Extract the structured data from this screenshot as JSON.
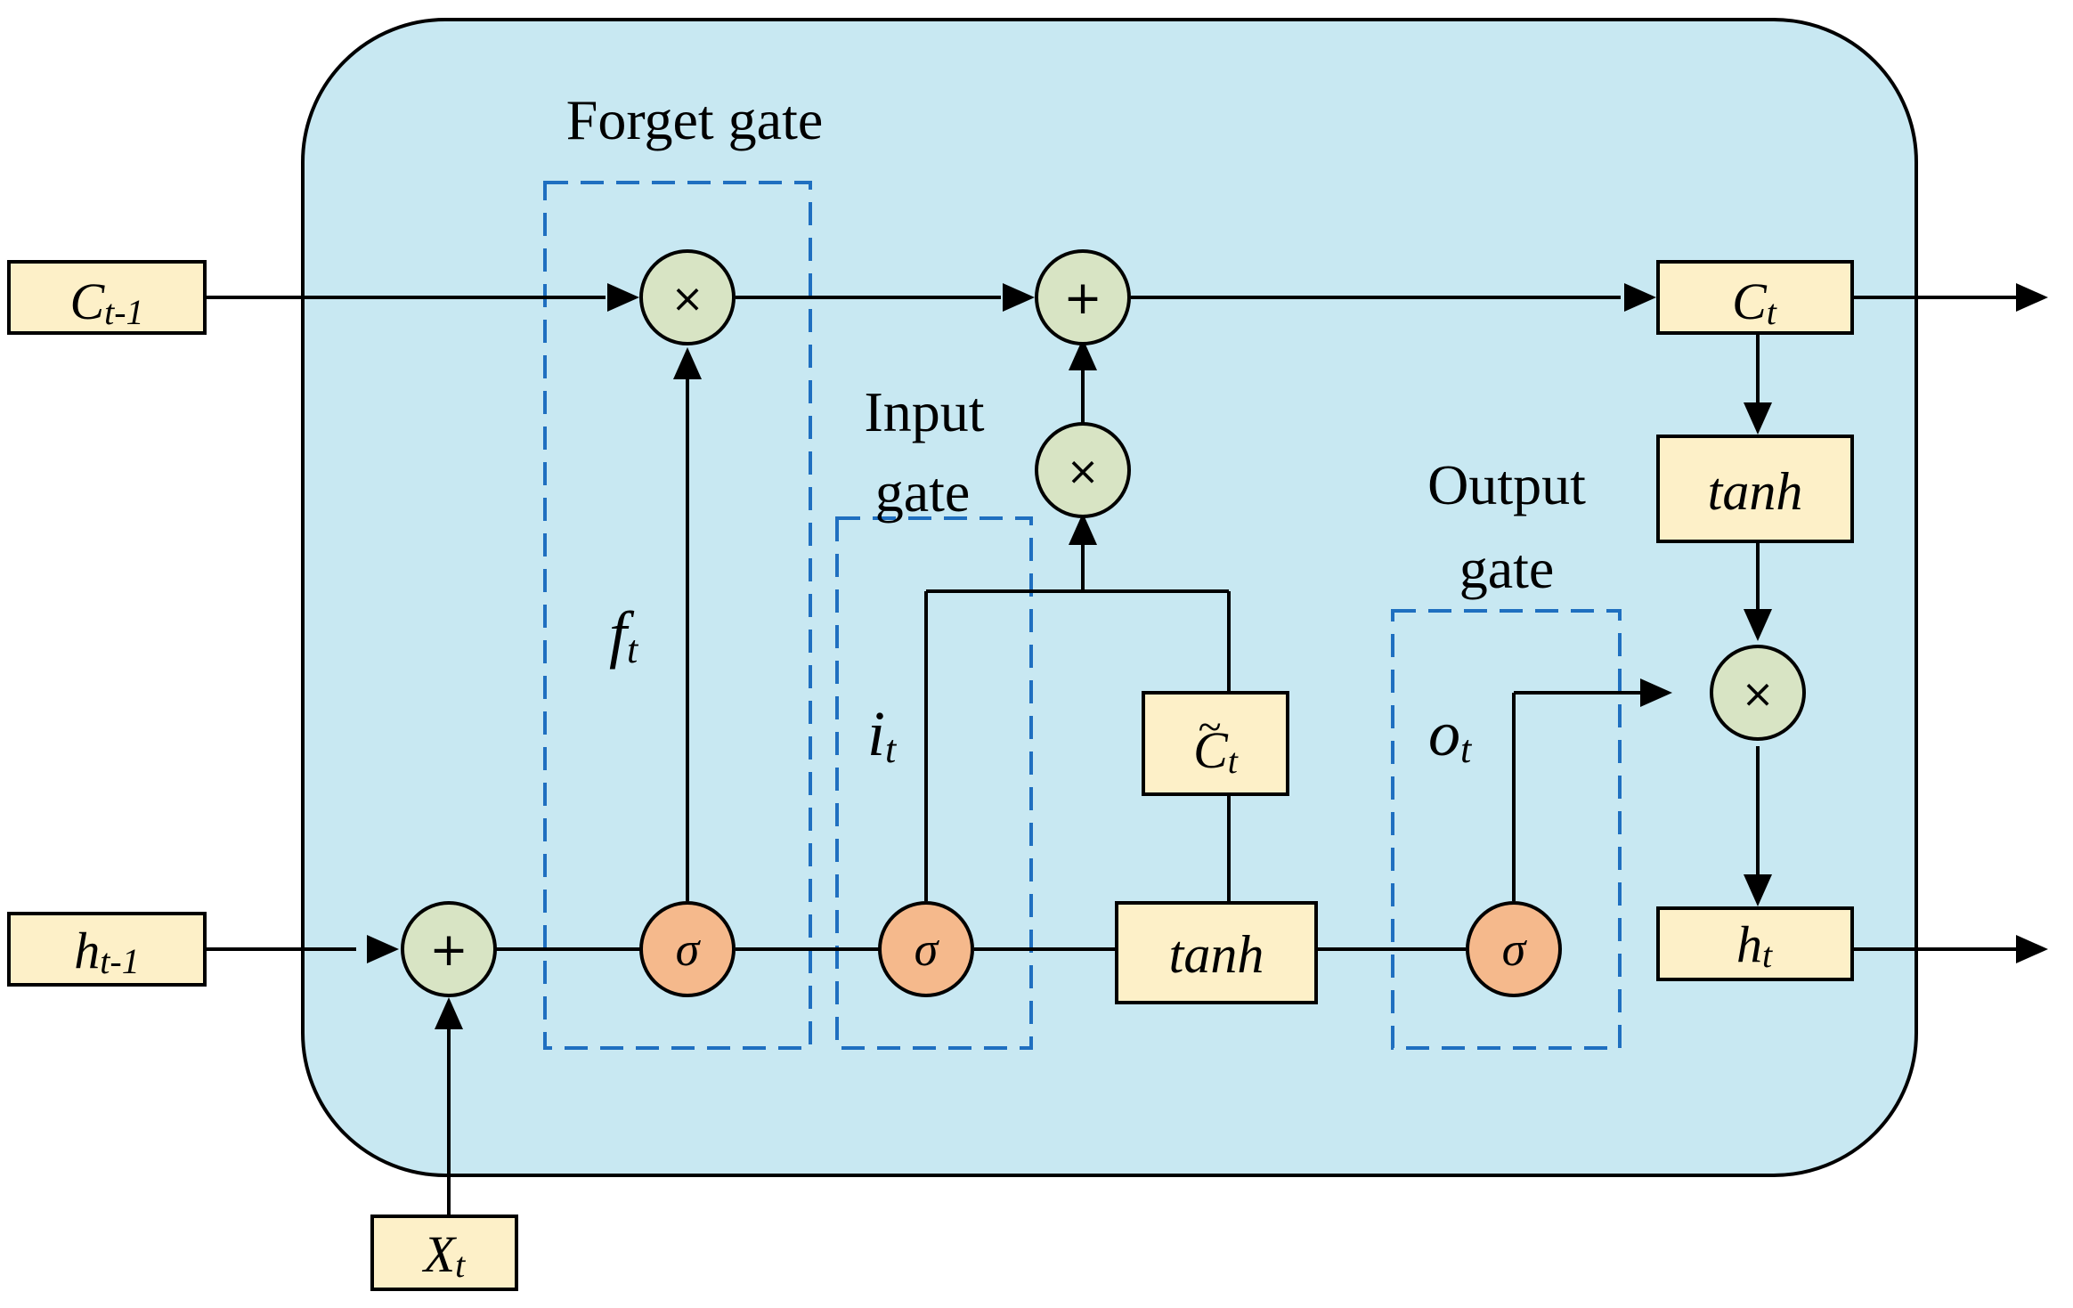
{
  "colors": {
    "cell_fill": "#c8e8f2",
    "box_fill": "#fdf0c8",
    "op_fill": "#d8e4c4",
    "sigma_fill": "#f5b98c",
    "gate_border": "#1f6fc0",
    "line": "#000000"
  },
  "gates": {
    "forget": "Forget gate",
    "input_line1": "Input",
    "input_line2": "gate",
    "output_line1": "Output",
    "output_line2": "gate"
  },
  "inputs": {
    "c_prev_main": "C",
    "c_prev_sub": "t-1",
    "h_prev_main": "h",
    "h_prev_sub": "t-1",
    "x_main": "X",
    "x_sub": "t"
  },
  "outputs": {
    "c_main": "C",
    "c_sub": "t",
    "h_main": "h",
    "h_sub": "t"
  },
  "internal": {
    "tanh_candidate": "tanh",
    "tanh_output": "tanh",
    "c_tilde_main": "C",
    "c_tilde_tilde": "~",
    "c_tilde_sub": "t"
  },
  "signals": {
    "f_main": "f",
    "f_sub": "t",
    "i_main": "i",
    "i_sub": "t",
    "o_main": "o",
    "o_sub": "t"
  },
  "operators": {
    "multiply": "×",
    "add": "+",
    "sigma": "σ"
  }
}
